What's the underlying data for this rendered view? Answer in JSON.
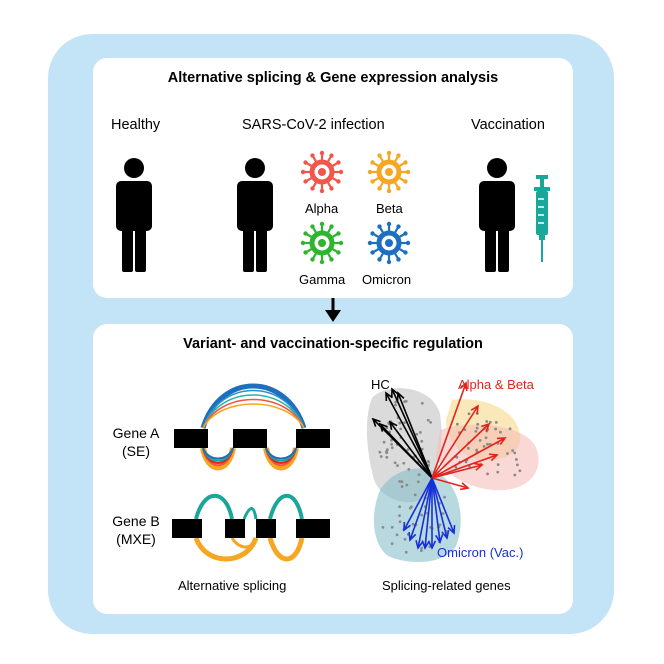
{
  "top_panel": {
    "title": "Alternative splicing & Gene expression analysis",
    "groups": {
      "healthy": "Healthy",
      "infection": "SARS-CoV-2 infection",
      "vaccination": "Vaccination"
    },
    "variants": [
      {
        "name": "Alpha",
        "color": "#f0574a"
      },
      {
        "name": "Beta",
        "color": "#f5a623"
      },
      {
        "name": "Gamma",
        "color": "#2db52d"
      },
      {
        "name": "Omicron",
        "color": "#1e6fc0"
      }
    ],
    "syringe_color": "#1aa79a"
  },
  "bottom_panel": {
    "title": "Variant- and vaccination-specific regulation",
    "gene_a": {
      "name": "Gene A",
      "type": "(SE)"
    },
    "gene_b": {
      "name": "Gene B",
      "type": "(MXE)"
    },
    "left_caption": "Alternative splicing",
    "right_caption": "Splicing-related genes",
    "biplot_labels": {
      "hc": "HC",
      "alpha_beta": "Alpha & Beta",
      "omicron": "Omicron (Vac.)"
    },
    "biplot_colors": {
      "hc": "#000000",
      "alpha_beta": "#e0241b",
      "omicron": "#1530d8"
    }
  },
  "background_color": "#c3e4f7"
}
